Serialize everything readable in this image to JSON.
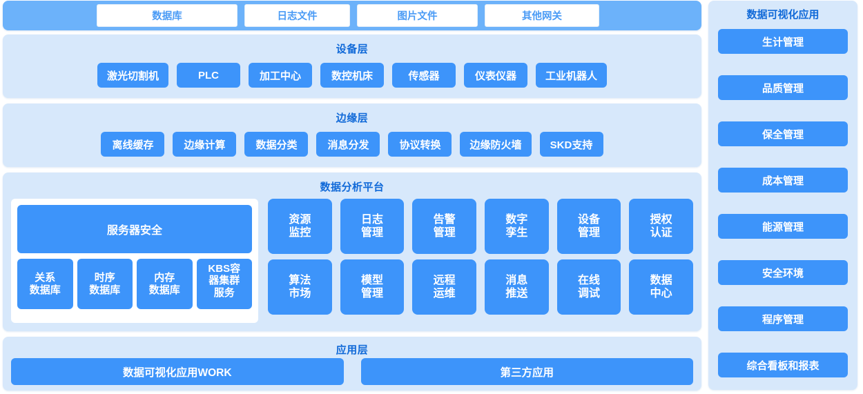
{
  "colors": {
    "panel_bg": "#d7e8fb",
    "chip_blue": "#3d94fa",
    "header_blue": "#6cb2fa",
    "title_blue": "#1069d8",
    "white": "#ffffff"
  },
  "source_bar": {
    "items": [
      {
        "label": "数据库"
      },
      {
        "label": "日志文件"
      },
      {
        "label": "图片文件"
      },
      {
        "label": "其他网关"
      }
    ]
  },
  "device_layer": {
    "title": "设备层",
    "items": [
      {
        "label": "激光切割机"
      },
      {
        "label": "PLC"
      },
      {
        "label": "加工中心"
      },
      {
        "label": "数控机床"
      },
      {
        "label": "传感器"
      },
      {
        "label": "仪表仪器"
      },
      {
        "label": "工业机器人"
      }
    ]
  },
  "edge_layer": {
    "title": "边缘层",
    "items": [
      {
        "label": "离线缓存"
      },
      {
        "label": "边缘计算"
      },
      {
        "label": "数据分类"
      },
      {
        "label": "消息分发"
      },
      {
        "label": "协议转换"
      },
      {
        "label": "边缘防火墙"
      },
      {
        "label": "SKD支持"
      }
    ]
  },
  "platform_layer": {
    "title": "数据分析平台",
    "security": {
      "header": "服务器安全",
      "databases": [
        {
          "line1": "关系",
          "line2": "数据库"
        },
        {
          "line1": "时序",
          "line2": "数据库"
        },
        {
          "line1": "内存",
          "line2": "数据库"
        },
        {
          "line1": "KBS容",
          "line2": "器集群",
          "line3": "服务"
        }
      ]
    },
    "modules": [
      {
        "line1": "资源",
        "line2": "监控"
      },
      {
        "line1": "日志",
        "line2": "管理"
      },
      {
        "line1": "告警",
        "line2": "管理"
      },
      {
        "line1": "数字",
        "line2": "孪生"
      },
      {
        "line1": "设备",
        "line2": "管理"
      },
      {
        "line1": "授权",
        "line2": "认证"
      },
      {
        "line1": "算法",
        "line2": "市场"
      },
      {
        "line1": "模型",
        "line2": "管理"
      },
      {
        "line1": "远程",
        "line2": "运维"
      },
      {
        "line1": "消息",
        "line2": "推送"
      },
      {
        "line1": "在线",
        "line2": "调试"
      },
      {
        "line1": "数据",
        "line2": "中心"
      }
    ]
  },
  "app_layer": {
    "title": "应用层",
    "items": [
      {
        "label": "数据可视化应用WORK"
      },
      {
        "label": "第三方应用"
      }
    ]
  },
  "visualization_panel": {
    "title": "数据可视化应用",
    "items": [
      {
        "label": "生计管理"
      },
      {
        "label": "品质管理"
      },
      {
        "label": "保全管理"
      },
      {
        "label": "成本管理"
      },
      {
        "label": "能源管理"
      },
      {
        "label": "安全环境"
      },
      {
        "label": "程序管理"
      },
      {
        "label": "综合看板和报表"
      }
    ]
  }
}
